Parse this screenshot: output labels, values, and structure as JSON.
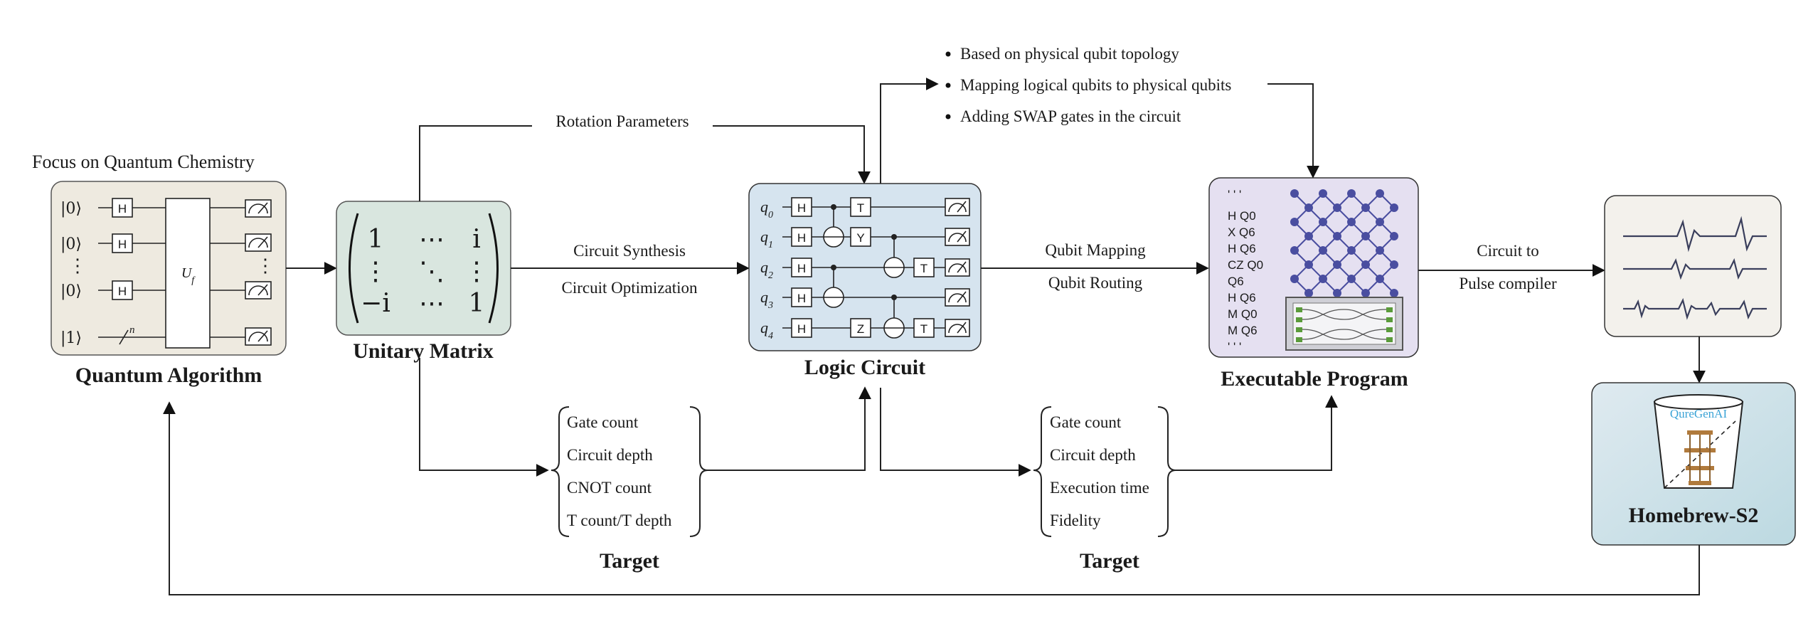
{
  "quantum_algorithm": {
    "focus_label": "Focus  on  Quantum Chemistry",
    "title": "Quantum Algorithm",
    "kets": [
      "|0⟩",
      "|0⟩",
      "⋮",
      "|0⟩",
      "|1⟩"
    ],
    "gate_h": "H",
    "oracle": "U_f",
    "register_n": "n"
  },
  "unitary_matrix": {
    "title": "Unitary Matrix",
    "cells": [
      "1",
      "⋯",
      "i",
      "⋮",
      "⋱",
      "⋮",
      "−i",
      "⋯",
      "1"
    ]
  },
  "rotation_parameters": "Rotation Parameters",
  "synthesis": {
    "line1": "Circuit Synthesis",
    "line2": "Circuit Optimization"
  },
  "logic_circuit": {
    "title": "Logic Circuit",
    "qubits": [
      "q",
      "q",
      "q",
      "q",
      "q"
    ],
    "qubit_indices": [
      "0",
      "1",
      "2",
      "3",
      "4"
    ],
    "gates": {
      "h": "H",
      "t": "T",
      "y": "Y",
      "z": "Z"
    }
  },
  "mapping_bullets": [
    "Based on physical qubit topology",
    "Mapping logical qubits to physical qubits",
    "Adding SWAP gates in the circuit"
  ],
  "qubit_mapping": {
    "line1": "Qubit Mapping",
    "line2": "Qubit Routing"
  },
  "executable_program": {
    "title": "Executable Program",
    "code": [
      "' ' '",
      "H Q0",
      "X Q6",
      "H Q6",
      "CZ Q0",
      "Q6",
      "H Q6",
      "M Q0",
      "M Q6",
      "' ' '"
    ]
  },
  "pulse": {
    "line1": "Circuit to",
    "line2": "Pulse compiler"
  },
  "hardware": {
    "title": "Homebrew-S2",
    "logo": "QureGenAI"
  },
  "target_left": {
    "items": [
      "Gate count",
      "Circuit depth",
      "CNOT count",
      "T count/T depth"
    ],
    "title": "Target"
  },
  "target_right": {
    "items": [
      "Gate count",
      "Circuit depth",
      "Execution time",
      "Fidelity"
    ],
    "title": "Target"
  },
  "colors": {
    "algo_bg": "#eeeae0",
    "matrix_bg": "#d9e6df",
    "circuit_bg": "#d6e4ef",
    "program_bg": "#e5e0f1",
    "pulse_bg": "#f3f1ec",
    "hardware_bg": "#cfe3ea",
    "chip_node": "#4a4ea0",
    "logo_text": "#3aa3d6"
  }
}
